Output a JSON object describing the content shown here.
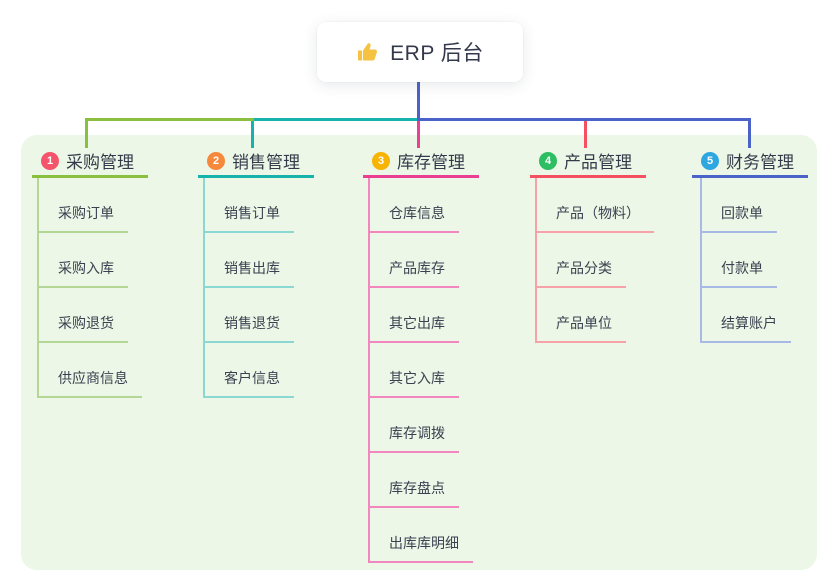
{
  "root": {
    "label": "ERP 后台",
    "icon": "thumbs-up-icon",
    "icon_color": "#f5c242",
    "connector_color": "#4b63c9"
  },
  "panel_color": "#ecf7e7",
  "branches": [
    {
      "badge": "1",
      "title": "采购管理",
      "name": "purchase-management",
      "colors": {
        "badge": "#f4556b",
        "line": "#8abf3f",
        "child_line": "#b4d795"
      },
      "children": [
        "采购订单",
        "采购入库",
        "采购退货",
        "供应商信息"
      ]
    },
    {
      "badge": "2",
      "title": "销售管理",
      "name": "sales-management",
      "colors": {
        "badge": "#f7893c",
        "line": "#16b3ad",
        "child_line": "#8ad8d1"
      },
      "children": [
        "销售订单",
        "销售出库",
        "销售退货",
        "客户信息"
      ]
    },
    {
      "badge": "3",
      "title": "库存管理",
      "name": "inventory-management",
      "colors": {
        "badge": "#f8b402",
        "line": "#eb3f93",
        "child_line": "#f287bf"
      },
      "children": [
        "仓库信息",
        "产品库存",
        "其它出库",
        "其它入库",
        "库存调拨",
        "库存盘点",
        "出库库明细"
      ]
    },
    {
      "badge": "4",
      "title": "产品管理",
      "name": "product-management",
      "colors": {
        "badge": "#2dbd62",
        "line": "#f4505f",
        "child_line": "#f7a2a8"
      },
      "children": [
        "产品（物料）",
        "产品分类",
        "产品单位"
      ]
    },
    {
      "badge": "5",
      "title": "财务管理",
      "name": "finance-management",
      "colors": {
        "badge": "#2ea7e0",
        "line": "#4b63c9",
        "child_line": "#a7bae5"
      },
      "children": [
        "回款单",
        "付款单",
        "结算账户"
      ]
    }
  ]
}
